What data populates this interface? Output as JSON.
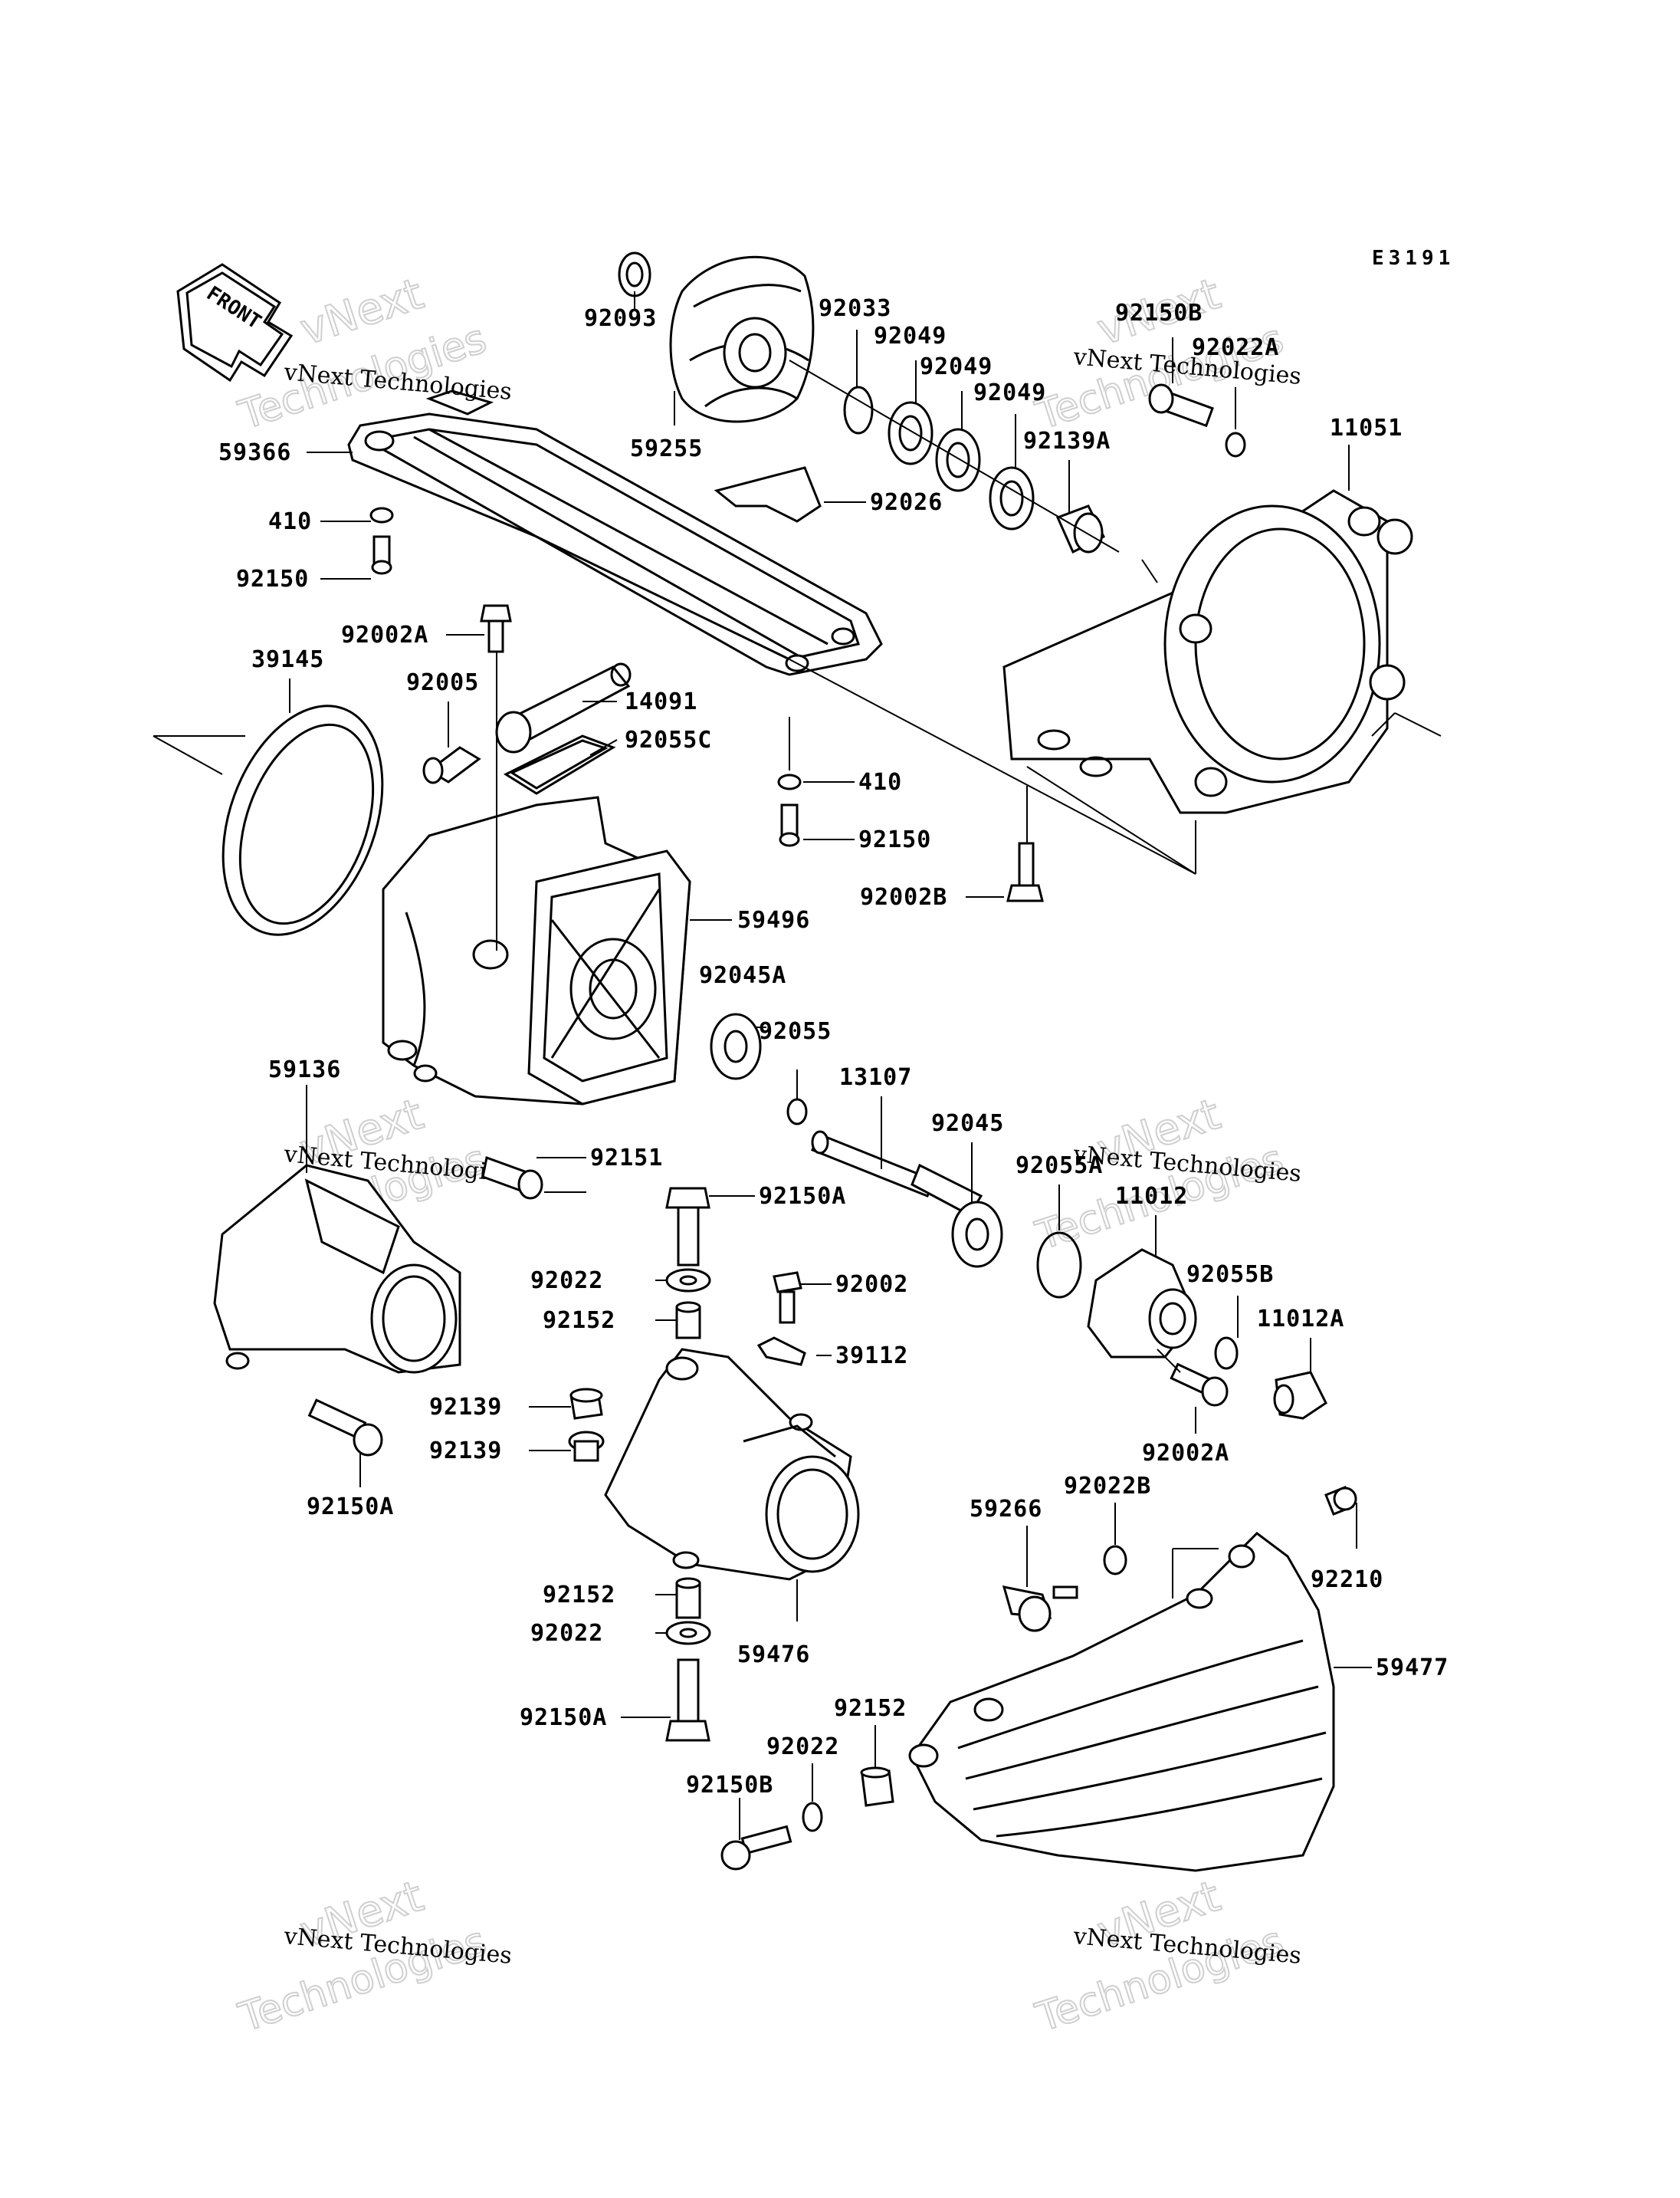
{
  "diagram_code": "E3191",
  "front_label": "FRONT",
  "watermark": {
    "company": "vNext Technologies",
    "word1": "vNext",
    "word2": "Technologies"
  },
  "labels": [
    {
      "id": "l92093",
      "text": "92093"
    },
    {
      "id": "l59255",
      "text": "59255"
    },
    {
      "id": "l92033",
      "text": "92033"
    },
    {
      "id": "l92049a",
      "text": "92049"
    },
    {
      "id": "l92049b",
      "text": "92049"
    },
    {
      "id": "l92049c",
      "text": "92049"
    },
    {
      "id": "l92139A",
      "text": "92139A"
    },
    {
      "id": "l92026",
      "text": "92026"
    },
    {
      "id": "l92150B_top",
      "text": "92150B"
    },
    {
      "id": "l92022A",
      "text": "92022A"
    },
    {
      "id": "l11051",
      "text": "11051"
    },
    {
      "id": "l59366",
      "text": "59366"
    },
    {
      "id": "l410a",
      "text": "410"
    },
    {
      "id": "l92150a",
      "text": "92150"
    },
    {
      "id": "l92002A_top",
      "text": "92002A"
    },
    {
      "id": "l39145",
      "text": "39145"
    },
    {
      "id": "l92005",
      "text": "92005"
    },
    {
      "id": "l14091",
      "text": "14091"
    },
    {
      "id": "l92055C",
      "text": "92055C"
    },
    {
      "id": "l410b",
      "text": "410"
    },
    {
      "id": "l92150b",
      "text": "92150"
    },
    {
      "id": "l92002B",
      "text": "92002B"
    },
    {
      "id": "l59496",
      "text": "59496"
    },
    {
      "id": "l92045A",
      "text": "92045A"
    },
    {
      "id": "l92055",
      "text": "92055"
    },
    {
      "id": "l13107",
      "text": "13107"
    },
    {
      "id": "l92045",
      "text": "92045"
    },
    {
      "id": "l59136",
      "text": "59136"
    },
    {
      "id": "l92151",
      "text": "92151"
    },
    {
      "id": "l92150A_mid",
      "text": "92150A"
    },
    {
      "id": "l92055A",
      "text": "92055A"
    },
    {
      "id": "l11012",
      "text": "11012"
    },
    {
      "id": "l92022_mid",
      "text": "92022"
    },
    {
      "id": "l92002",
      "text": "92002"
    },
    {
      "id": "l92055B",
      "text": "92055B"
    },
    {
      "id": "l92152_mid",
      "text": "92152"
    },
    {
      "id": "l11012A",
      "text": "11012A"
    },
    {
      "id": "l39112",
      "text": "39112"
    },
    {
      "id": "l92139a",
      "text": "92139"
    },
    {
      "id": "l92139b",
      "text": "92139"
    },
    {
      "id": "l92002A_bot",
      "text": "92002A"
    },
    {
      "id": "l92150A_left",
      "text": "92150A"
    },
    {
      "id": "l59266",
      "text": "59266"
    },
    {
      "id": "l92022B",
      "text": "92022B"
    },
    {
      "id": "l92210",
      "text": "92210"
    },
    {
      "id": "l92152_low",
      "text": "92152"
    },
    {
      "id": "l92022_low",
      "text": "92022"
    },
    {
      "id": "l59476",
      "text": "59476"
    },
    {
      "id": "l59477",
      "text": "59477"
    },
    {
      "id": "l92150A_low",
      "text": "92150A"
    },
    {
      "id": "l92152_bot",
      "text": "92152"
    },
    {
      "id": "l92022_bot",
      "text": "92022"
    },
    {
      "id": "l92150B_bot",
      "text": "92150B"
    }
  ]
}
